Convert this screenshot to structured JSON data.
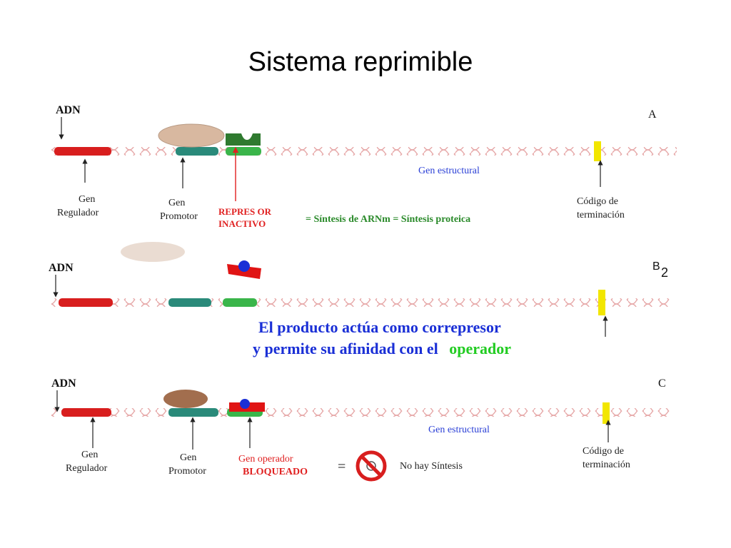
{
  "slide": {
    "title": "Sistema reprimible"
  },
  "panel_a": {
    "letter": "A",
    "dna_label": "ADN",
    "regulator_label": [
      "Gen",
      "Regulador"
    ],
    "promoter_label": [
      "Gen",
      "Promotor"
    ],
    "repressor_label": [
      "REPRES OR",
      "INACTIVO"
    ],
    "synthesis_text": "= Síntesis de ARNm = Síntesis proteica",
    "structural_gene_label": "Gen estructural",
    "terminator_label": [
      "Código de",
      "terminación"
    ]
  },
  "panel_b": {
    "letter": "B",
    "subscript": "2",
    "dna_label": "ADN",
    "message_line1": "El producto actúa como correpresor",
    "message_line2_prefix": "y permite  su afinidad  con  el",
    "message_line2_highlight": "operador"
  },
  "panel_c": {
    "letter": "C",
    "dna_label": "ADN",
    "regulator_label": [
      "Gen",
      "Regulador"
    ],
    "promoter_label": [
      "Gen",
      "Promotor"
    ],
    "operator_label": [
      "Gen operador",
      "BLOQUEADO"
    ],
    "equals": "=",
    "no_synthesis_text": "No hay Síntesis",
    "structural_gene_label": "Gen estructural",
    "terminator_label": [
      "Código de",
      "terminación"
    ]
  },
  "colors": {
    "strand": "#e6a7a7",
    "regulator": "#d81e1e",
    "promoter": "#2a8a7a",
    "operator": "#3ab54a",
    "terminator": "#f2e600",
    "rna_polymerase": "#d8b8a0",
    "repressor": "#e01414",
    "corepressor": "#1a2fd6",
    "label_red": "#e02020",
    "label_blue": "#1a2fd6",
    "label_green": "#22cc22"
  }
}
